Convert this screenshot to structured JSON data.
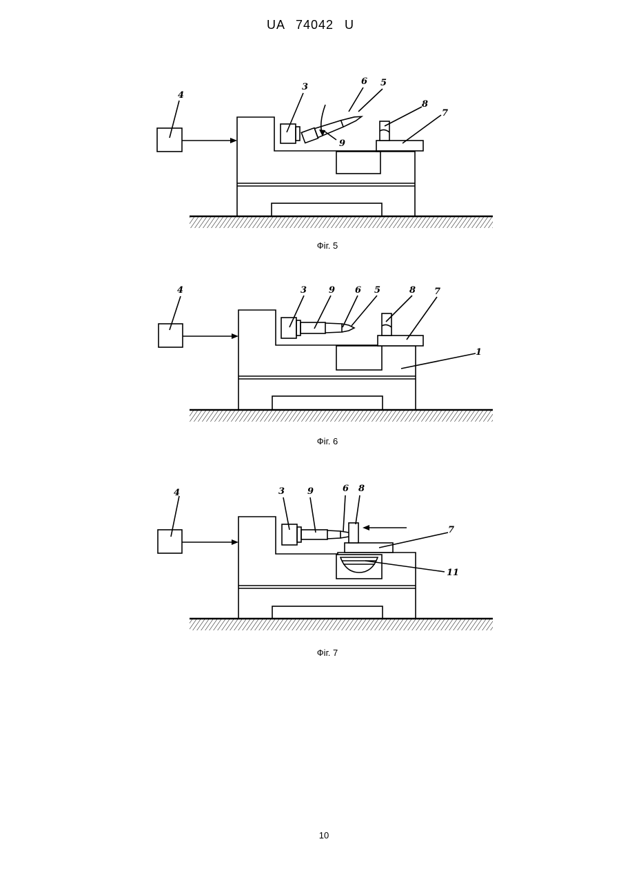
{
  "header": {
    "text": "UA   74042   U"
  },
  "figures": [
    {
      "caption": "Фіг. 5",
      "labels": {
        "l4": "4",
        "l3": "3",
        "l6": "6",
        "l5": "5",
        "l8": "8",
        "l7": "7",
        "l9": "9"
      }
    },
    {
      "caption": "Фіг. 6",
      "labels": {
        "l4": "4",
        "l3": "3",
        "l9": "9",
        "l6": "6",
        "l5": "5",
        "l8": "8",
        "l7": "7",
        "l1": "1"
      }
    },
    {
      "caption": "Фіг. 7",
      "labels": {
        "l4": "4",
        "l3": "3",
        "l9": "9",
        "l6": "6",
        "l8": "8",
        "l7": "7",
        "l11": "11"
      }
    }
  ],
  "footer": {
    "page_number": "10"
  }
}
